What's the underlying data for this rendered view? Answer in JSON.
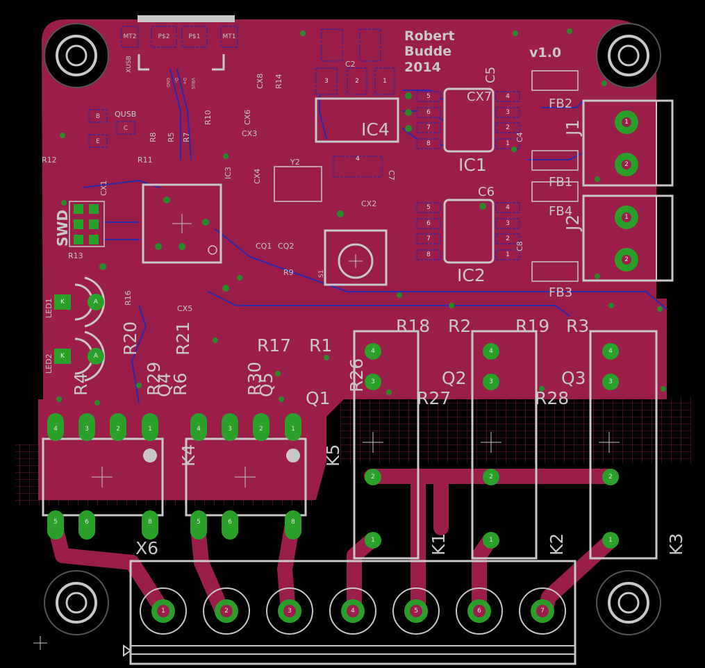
{
  "author": {
    "line1": "Robert",
    "line2": "Budde",
    "line3": "2014"
  },
  "version": "v1.0",
  "components": {
    "usb": [
      "MT2",
      "P$2",
      "P$1",
      "MT1",
      "XUSB"
    ],
    "usb_pins": [
      "GND",
      "D-",
      "D+",
      "VBUS"
    ],
    "caps": [
      "C2",
      "CX7",
      "C5",
      "C4",
      "C6",
      "C8",
      "C7",
      "CX2",
      "CX4",
      "CX3",
      "CX6",
      "CX8",
      "CX5",
      "CX1"
    ],
    "resistors": [
      "R14",
      "R10",
      "R9",
      "R5",
      "R7",
      "R8",
      "R11",
      "R12",
      "R13",
      "R16",
      "R20",
      "R21",
      "R17",
      "R1",
      "R18",
      "R2",
      "R19",
      "R3",
      "R26",
      "R27",
      "R28",
      "R29",
      "R30",
      "R4",
      "R6"
    ],
    "ics": [
      "IC4",
      "IC1",
      "IC2",
      "IC3"
    ],
    "crystal": "Y2",
    "quartz_caps": [
      "CQ1",
      "CQ2"
    ],
    "switch": "S1",
    "ferrites": [
      "FB2",
      "FB1",
      "FB4",
      "FB3"
    ],
    "connectors": [
      "J1",
      "J2",
      "X6",
      "SWD"
    ],
    "relays": [
      "K1",
      "K2",
      "K3",
      "K4",
      "K5"
    ],
    "transistors": [
      "Q1",
      "Q2",
      "Q3",
      "Q4",
      "Q5"
    ],
    "leds": [
      "LED1",
      "LED2"
    ],
    "usb_sub": [
      "QUSB",
      "B",
      "C",
      "E"
    ]
  },
  "pad_labels": {
    "ic_pins_left": [
      "5",
      "6",
      "7",
      "8"
    ],
    "ic_pins_right": [
      "4",
      "3",
      "2",
      "1"
    ],
    "led_pins": [
      "K",
      "A"
    ],
    "relay_top": [
      "4",
      "3",
      "2",
      "1"
    ],
    "relay_bottom": [
      "5",
      "6",
      "8"
    ],
    "relay_big": [
      "4",
      "3",
      "2",
      "1"
    ],
    "terminal": [
      "1",
      "2",
      "3",
      "4",
      "5",
      "6",
      "7"
    ],
    "jack": [
      "1",
      "2"
    ],
    "ic4_pins": [
      "3",
      "2",
      "1",
      "4"
    ]
  },
  "colors": {
    "board": "#9a1d4a",
    "silk": "#c8c8c8",
    "bottom_copper": "#2a2ab0",
    "pth": "#2aa02a"
  }
}
